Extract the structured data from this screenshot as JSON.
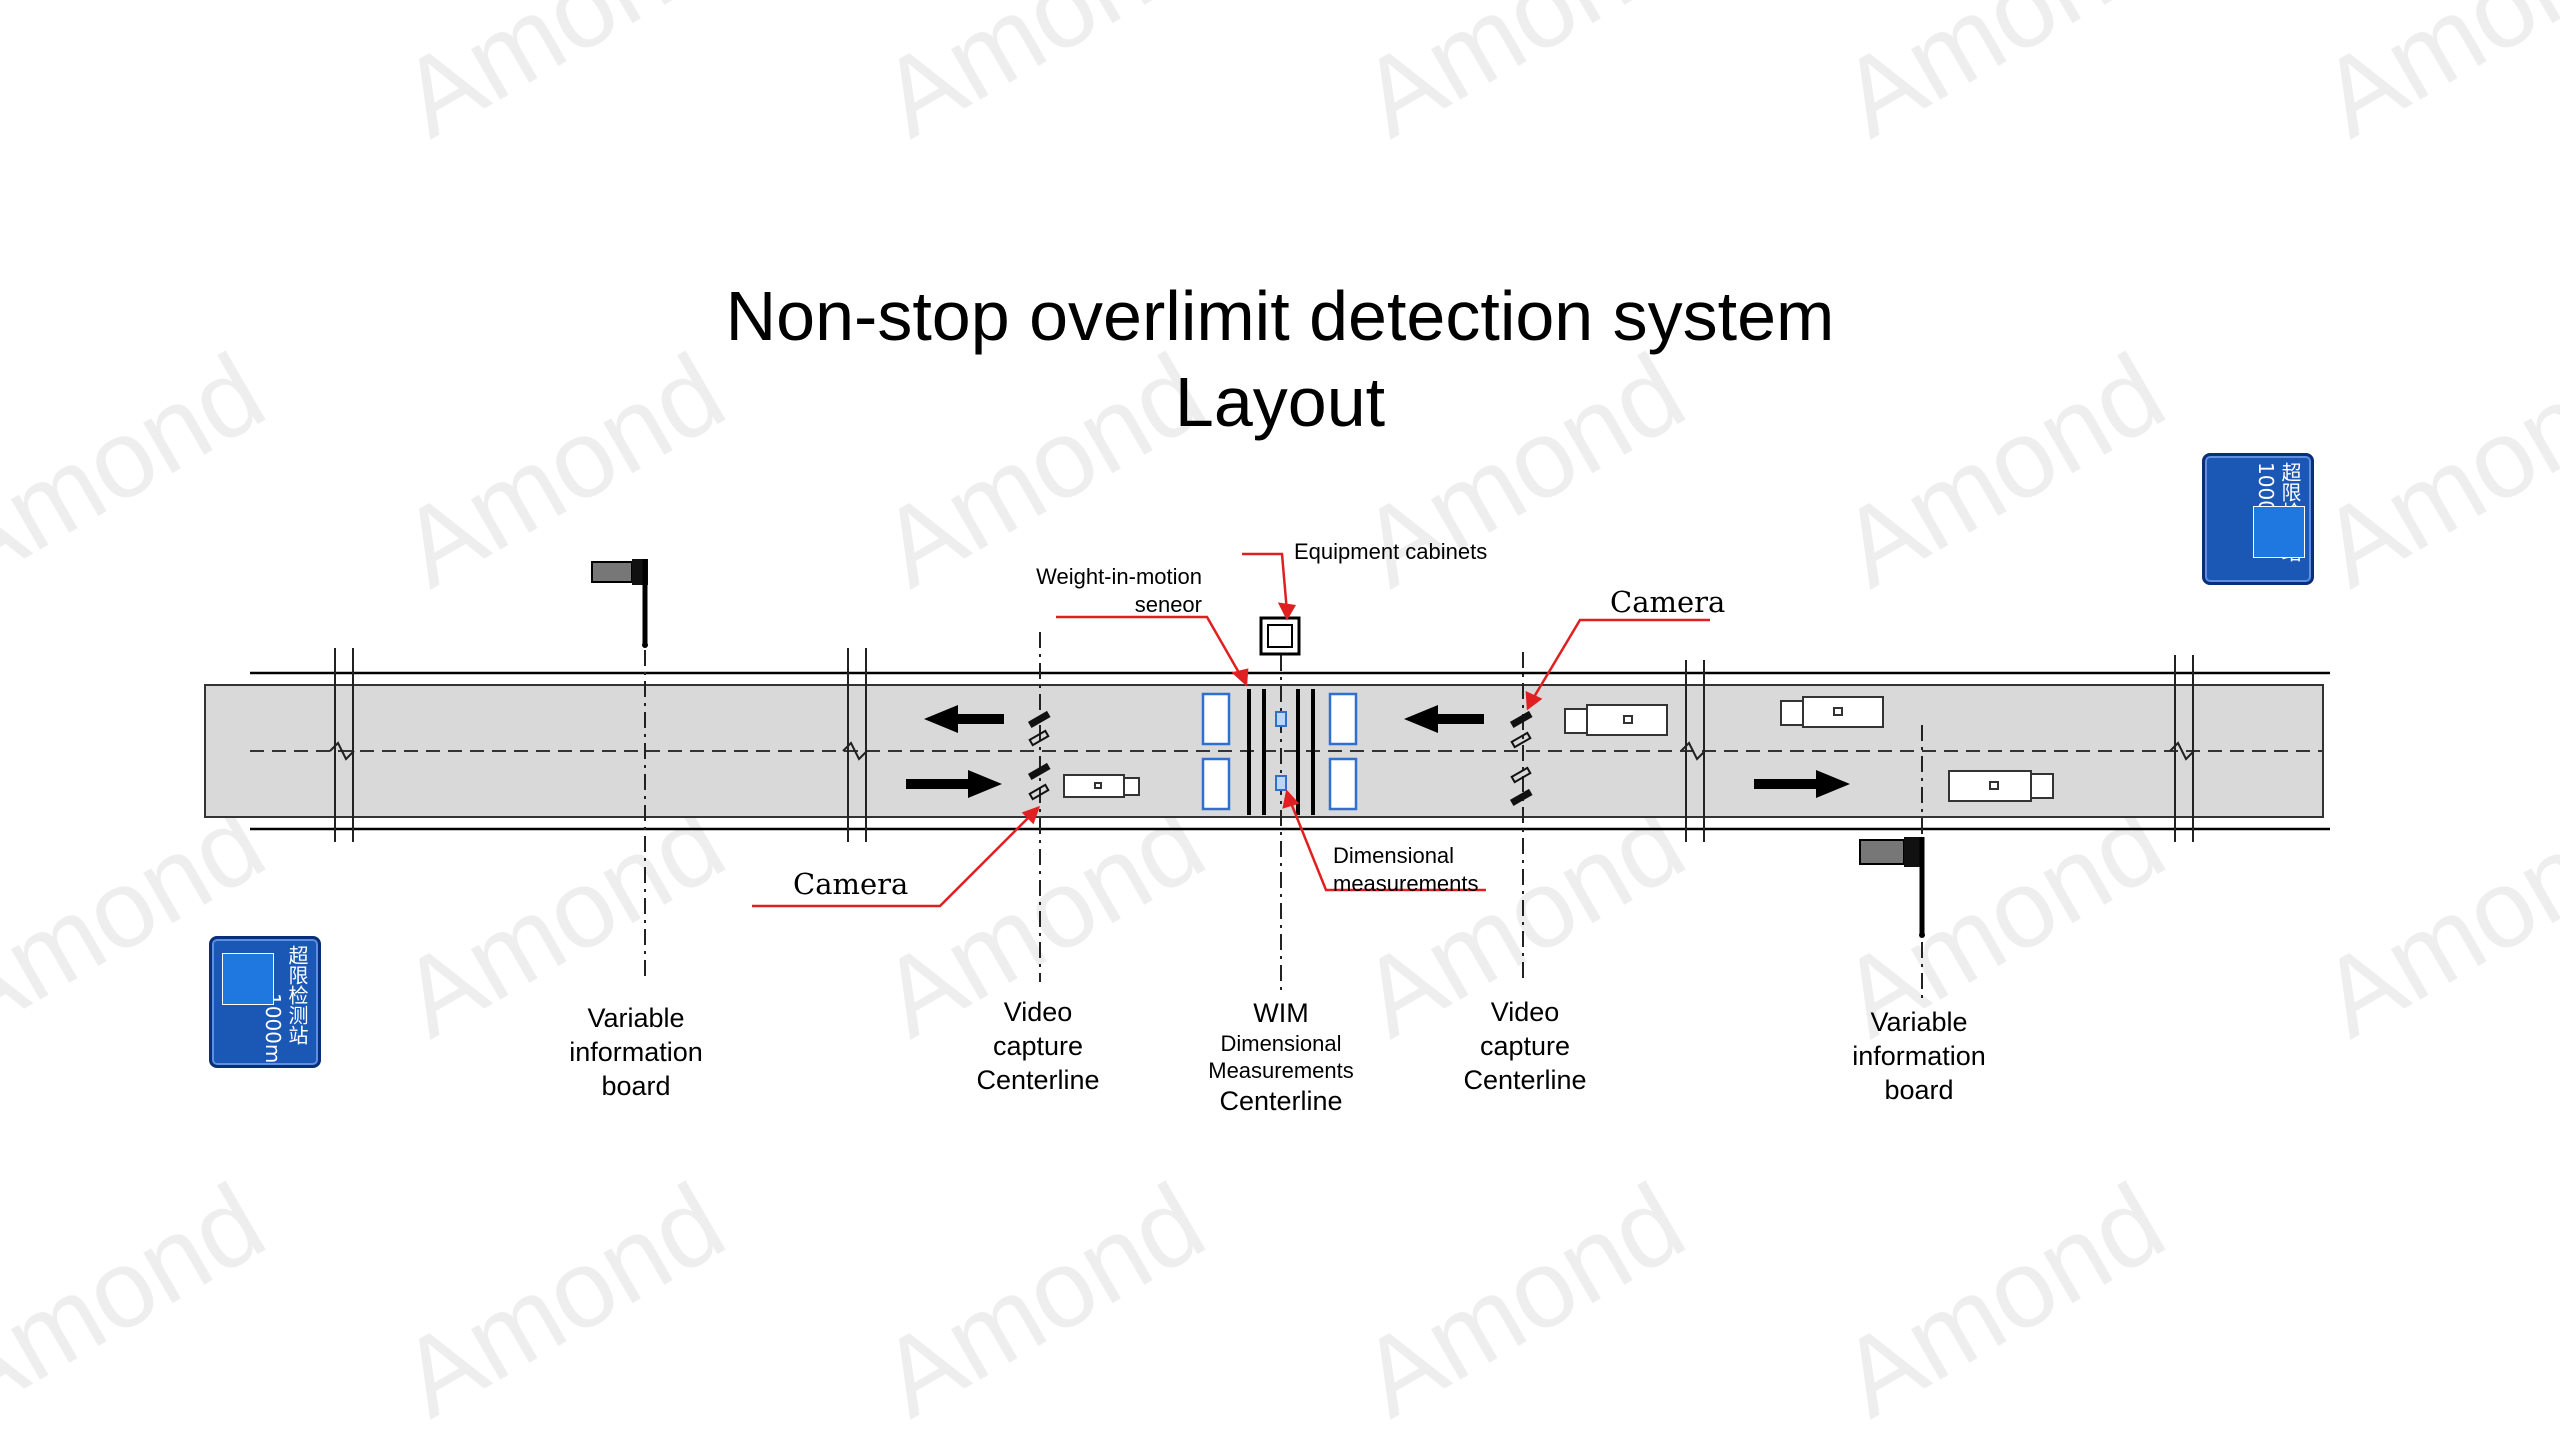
{
  "title": {
    "line1": "Non-stop overlimit detection system",
    "line2": "Layout"
  },
  "watermark": "Amond",
  "callouts": {
    "equipment_cabinets": "Equipment cabinets",
    "wim_sensor_line1": "Weight-in-motion",
    "wim_sensor_line2": "seneor",
    "camera_right": "Camera",
    "camera_left": "Camera",
    "dimensional_line1": "Dimensional",
    "dimensional_line2": "measurements"
  },
  "centerlines": {
    "vib_left": [
      "Variable",
      "information",
      "board"
    ],
    "video_left": [
      "Video",
      "capture",
      "Centerline"
    ],
    "wim": {
      "line1": "WIM",
      "line2": "Dimensional",
      "line3": "Measurements",
      "line4": "Centerline"
    },
    "video_right": [
      "Video",
      "capture",
      "Centerline"
    ],
    "vib_right": [
      "Variable",
      "information",
      "board"
    ]
  },
  "signs": {
    "right": {
      "text_cn": "超限检测站",
      "distance": "1000m"
    },
    "left": {
      "text_cn": "超限检测站",
      "distance": "1000m"
    }
  },
  "colors": {
    "road": "#d9d9d9",
    "callout_line": "#e02020",
    "sign_blue": "#1b57b5",
    "sensor_blue": "#2f6fd0"
  }
}
